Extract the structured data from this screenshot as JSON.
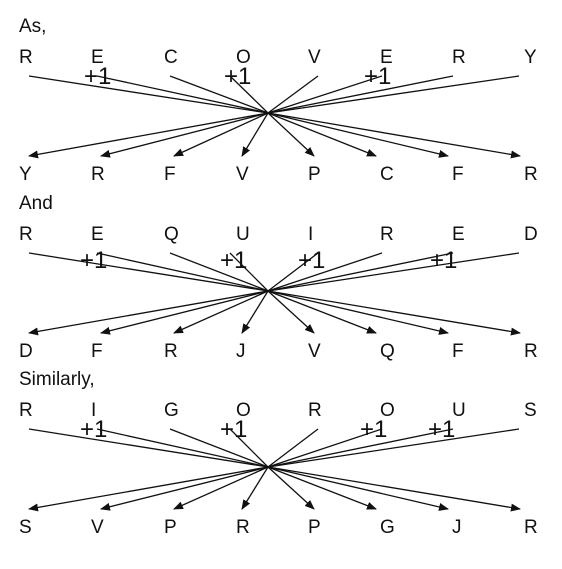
{
  "sections": [
    {
      "heading": "As,",
      "top": [
        "R",
        "E",
        "C",
        "O",
        "V",
        "E",
        "R",
        "Y"
      ],
      "bottom": [
        "Y",
        "R",
        "F",
        "V",
        "P",
        "C",
        "F",
        "R"
      ],
      "plus_marks": [
        "+1",
        "+1",
        "+1"
      ]
    },
    {
      "heading": "And",
      "top": [
        "R",
        "E",
        "Q",
        "U",
        "I",
        "R",
        "E",
        "D"
      ],
      "bottom": [
        "D",
        "F",
        "R",
        "J",
        "V",
        "Q",
        "F",
        "R"
      ],
      "plus_marks": [
        "+1",
        "+1",
        "+1",
        "+1"
      ]
    },
    {
      "heading": "Similarly,",
      "top": [
        "R",
        "I",
        "G",
        "O",
        "R",
        "O",
        "U",
        "S"
      ],
      "bottom": [
        "S",
        "V",
        "P",
        "R",
        "P",
        "G",
        "J",
        "R"
      ],
      "plus_marks": [
        "+1",
        "+1",
        "+1",
        "+1"
      ]
    }
  ]
}
